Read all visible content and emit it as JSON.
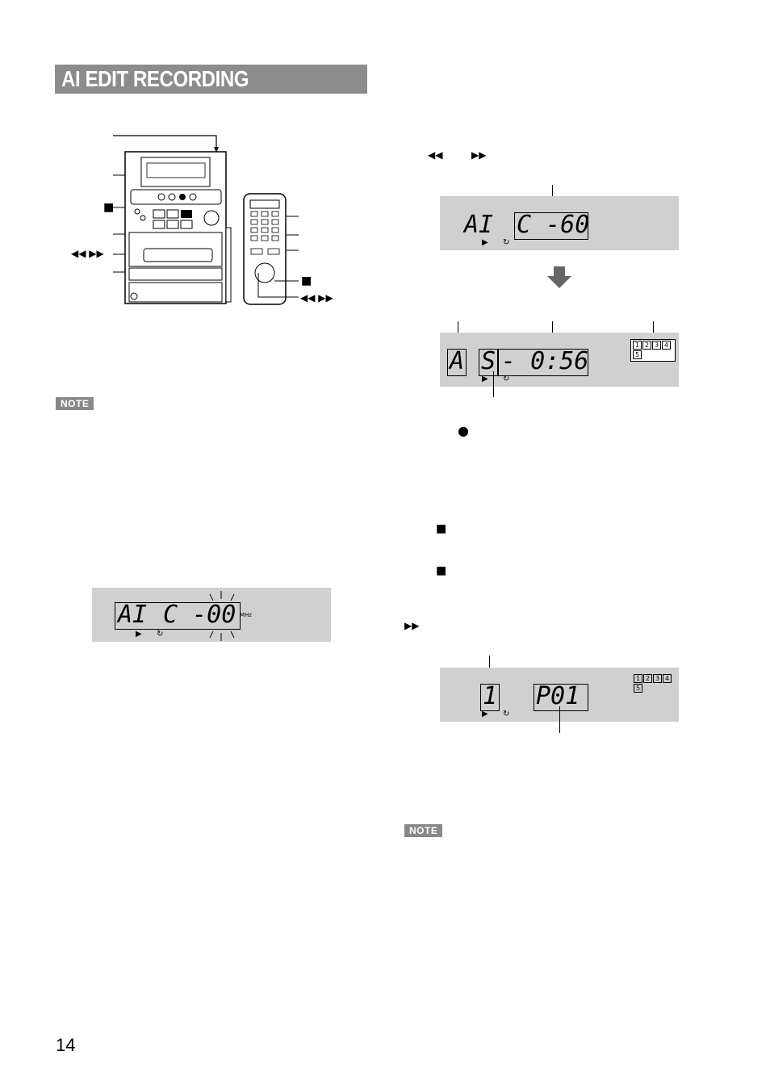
{
  "header": {
    "title": "AI EDIT RECORDING"
  },
  "diagram": {
    "stop_label": "■",
    "skip_label": "◀◀ ▶▶",
    "remote_stop_label": "■",
    "remote_skip_label": "◀◀ ▶▶"
  },
  "note_labels": [
    "NOTE",
    "NOTE"
  ],
  "step_symbols": {
    "skip_pair_left": "◀◀",
    "skip_pair_right": "▶▶",
    "record_dot": "●",
    "stop_1": "■",
    "stop_2": "■",
    "ffwd": "▶▶"
  },
  "displays": {
    "lcd_ai_c00": {
      "left": "AI",
      "right": "C -00",
      "unit": "MHz"
    },
    "lcd_ai_c60": {
      "left": "AI",
      "right": "C -60"
    },
    "lcd_a_s_056": {
      "a": "A",
      "s": "S",
      "time": "- 0:56",
      "tracks": [
        "1",
        "2",
        "3",
        "4",
        "5"
      ]
    },
    "lcd_1_p01": {
      "num": "1",
      "program": "P01",
      "tracks": [
        "1",
        "2",
        "3",
        "4",
        "5"
      ]
    }
  },
  "page_number": "14"
}
